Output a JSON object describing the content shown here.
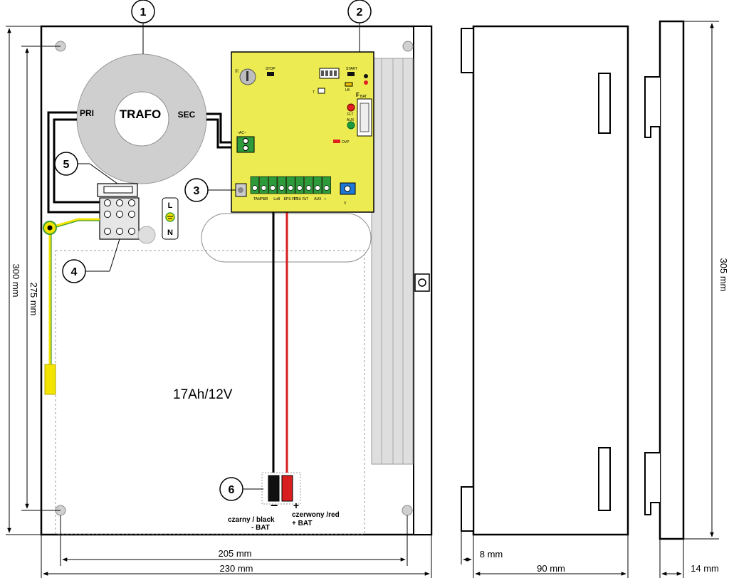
{
  "callouts": [
    "1",
    "2",
    "3",
    "4",
    "5",
    "6"
  ],
  "transformer": {
    "title": "TRAFO",
    "primary": "PRI",
    "secondary": "SEC"
  },
  "mains": {
    "line": "L",
    "neutral": "N"
  },
  "battery": {
    "label": "17Ah/12V",
    "minus_sign": "−",
    "plus_sign": "+",
    "black_lead": "czarny / black",
    "black_terminal": "- BAT",
    "red_lead": "czerwony /red",
    "red_terminal": "+ BAT"
  },
  "pcb": {
    "ac_label": "~AC~",
    "stop_label": "STOP",
    "start_label": "START",
    "lb_label": "LB",
    "flt_label": "FLT",
    "aux_label": "AUX",
    "ovp_label": "OVP",
    "fuse_label": "F",
    "fuse_sub": "BAT",
    "t_label": "T",
    "terminal_labels": [
      "TAMPER",
      "—",
      "LoB",
      "EPS FLT",
      "PSU FLT",
      "+",
      "AUX",
      "+"
    ],
    "vadj_label": "V",
    "led_colors": {
      "red": "#e02020",
      "green": "#1a9a3a",
      "black": "#111111"
    }
  },
  "dimensions": {
    "height_outer": "300 mm",
    "height_inner": "275 mm",
    "width_inner": "205 mm",
    "width_outer": "230 mm",
    "side_depth": "90 mm",
    "side_flange": "8 mm",
    "profile_height": "305 mm",
    "profile_depth": "14 mm"
  },
  "colors": {
    "pcb": "#ecec52",
    "terminal": "#2e9b3a",
    "red_wire": "#d81e1e",
    "earth_yellow": "#f2e400",
    "earth_green": "#3d9b35",
    "panel": "#dedede",
    "trafo": "#cfcfcf"
  }
}
